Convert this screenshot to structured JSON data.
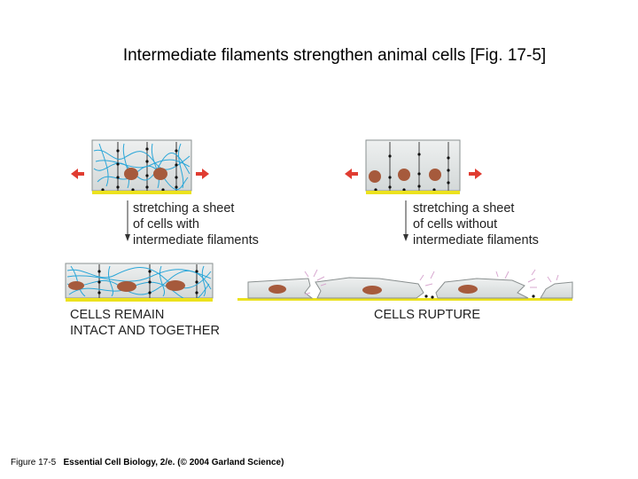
{
  "title": "Intermediate filaments strengthen animal cells [Fig. 17-5]",
  "left_caption": [
    "stretching a sheet",
    "of cells with",
    "intermediate filaments"
  ],
  "right_caption": [
    "stretching a sheet",
    "of cells without",
    "intermediate filaments"
  ],
  "left_result": [
    "CELLS REMAIN",
    "INTACT AND TOGETHER"
  ],
  "right_result": "CELLS RUPTURE",
  "credit_figure": "Figure 17-5",
  "credit_text": "Essential Cell Biology, 2/e. (© 2004 Garland Science)",
  "colors": {
    "cell_fill": "#dfe3e3",
    "cell_border": "#8a9090",
    "filament": "#2aa6d8",
    "nucleus": "#a65a3c",
    "base": "#ece21e",
    "arrow": "#e03c31"
  }
}
